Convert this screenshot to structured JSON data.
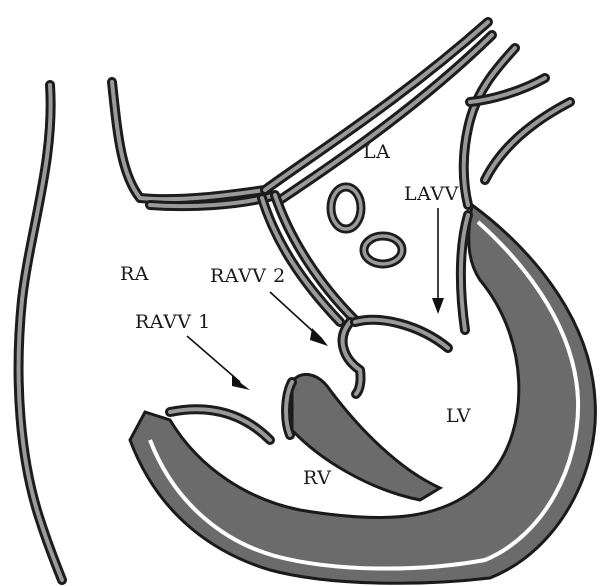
{
  "labels": {
    "la": "LA",
    "ra": "RA",
    "lavv": "LAVV",
    "ravv2": "RAVV 2",
    "ravv1": "RAVV 1",
    "lv": "LV",
    "rv": "RV"
  }
}
